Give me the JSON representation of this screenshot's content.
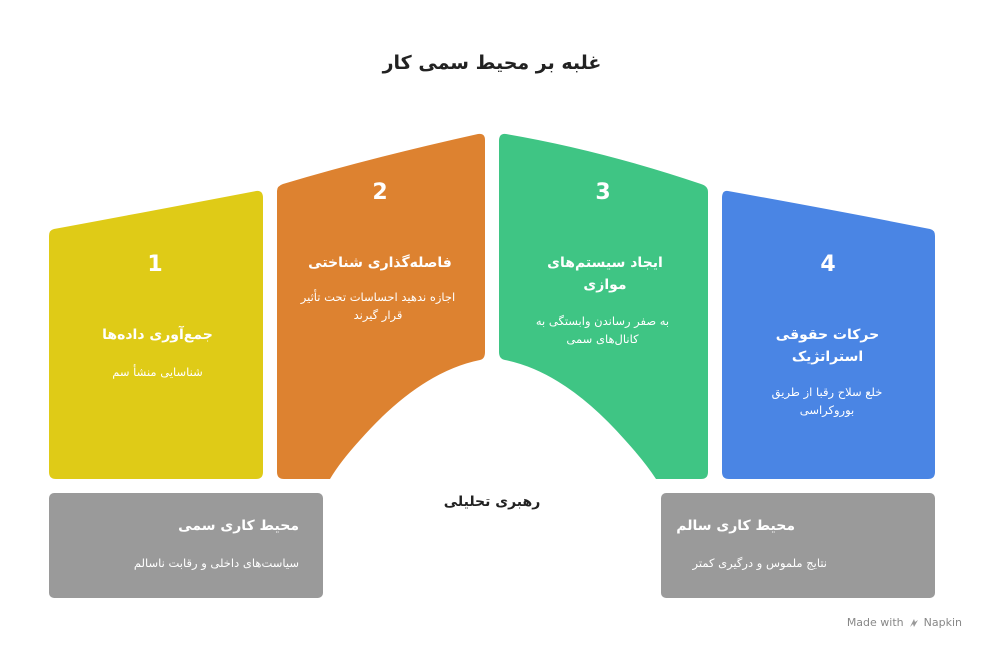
{
  "title": "غلبه بر محیط سمی کار",
  "steps": [
    {
      "number": "1",
      "heading": "جمع‌آوری داده‌ها",
      "description": "شناسایی منشأ سم",
      "color": "#dfcb17"
    },
    {
      "number": "2",
      "heading": "فاصله‌گذاری شناختی",
      "description": "اجازه ندهید احساسات تحت تأثیر قرار گیرند",
      "color": "#dd8230"
    },
    {
      "number": "3",
      "heading": "ایجاد سیستم‌های موازی",
      "description": "به صفر رساندن وابستگی به کانال‌های سمی",
      "color": "#3fc584"
    },
    {
      "number": "4",
      "heading": "حرکات حقوقی استراتژیک",
      "description": "خلع سلاح رقبا از طریق بوروکراسی",
      "color": "#4a85e4"
    }
  ],
  "left_box": {
    "title": "محیط کاری سمی",
    "text": "سیاست‌های داخلی و رقابت ناسالم"
  },
  "right_box": {
    "title": "محیط کاری سالم",
    "text": "نتایج ملموس و درگیری کمتر"
  },
  "center_label": "رهبری تحلیلی",
  "footer": {
    "made_with": "Made with",
    "brand": "Napkin",
    "brand_icon": "napkin-logo-icon"
  },
  "colors": {
    "box_gray": "#9a9a9a"
  }
}
